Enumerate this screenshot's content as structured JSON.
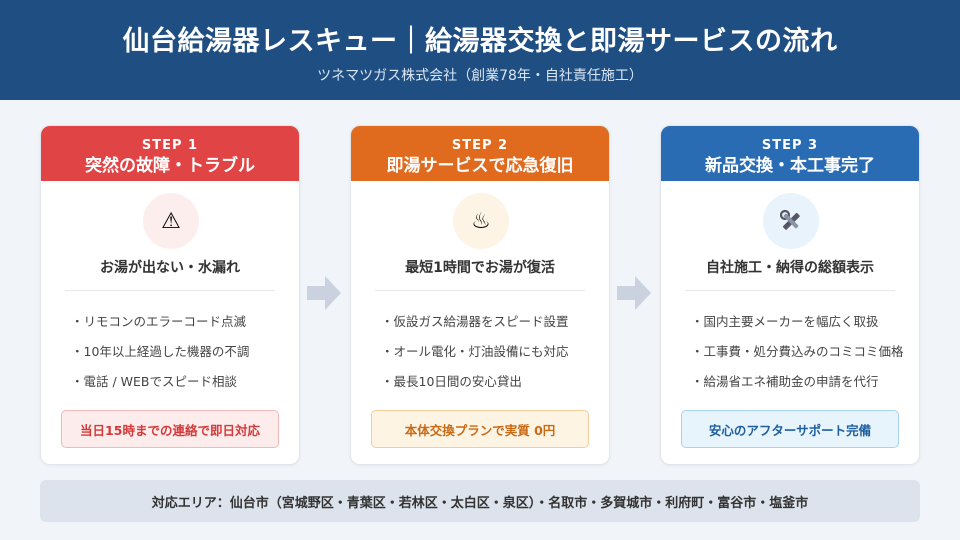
{
  "header": {
    "title": "仙台給湯器レスキュー｜給湯器交換と即湯サービスの流れ",
    "subtitle": "ツネマツガス株式会社（創業78年・自社責任施工）"
  },
  "steps": [
    {
      "step_label": "STEP 1",
      "name": "突然の故障・トラブル",
      "icon": "warning-icon",
      "icon_glyph": "⚠",
      "headline": "お湯が出ない・水漏れ",
      "bullets": [
        "リモコンのエラーコード点滅",
        "10年以上経過した機器の不調",
        "電話 / WEBでスピード相談"
      ],
      "badge": "当日15時までの連絡で即日対応",
      "color": "#e04444"
    },
    {
      "step_label": "STEP 2",
      "name": "即湯サービスで応急復旧",
      "icon": "hot-springs-icon",
      "icon_glyph": "♨",
      "headline": "最短1時間でお湯が復活",
      "bullets": [
        "仮設ガス給湯器をスピード設置",
        "オール電化・灯油設備にも対応",
        "最長10日間の安心貸出"
      ],
      "badge": "本体交換プランで実質 0円",
      "color": "#e06a1e"
    },
    {
      "step_label": "STEP 3",
      "name": "新品交換・本工事完了",
      "icon": "tools-icon",
      "icon_glyph": "🛠",
      "headline": "自社施工・納得の総額表示",
      "bullets": [
        "国内主要メーカーを幅広く取扱",
        "工事費・処分費込みのコミコミ価格",
        "給湯省エネ補助金の申請を代行"
      ],
      "badge": "安心のアフターサポート完備",
      "color": "#2a6cb4"
    }
  ],
  "footer": {
    "area_text": "対応エリア：仙台市（宮城野区・青葉区・若林区・太白区・泉区）・名取市・多賀城市・利府町・富谷市・塩釜市"
  }
}
